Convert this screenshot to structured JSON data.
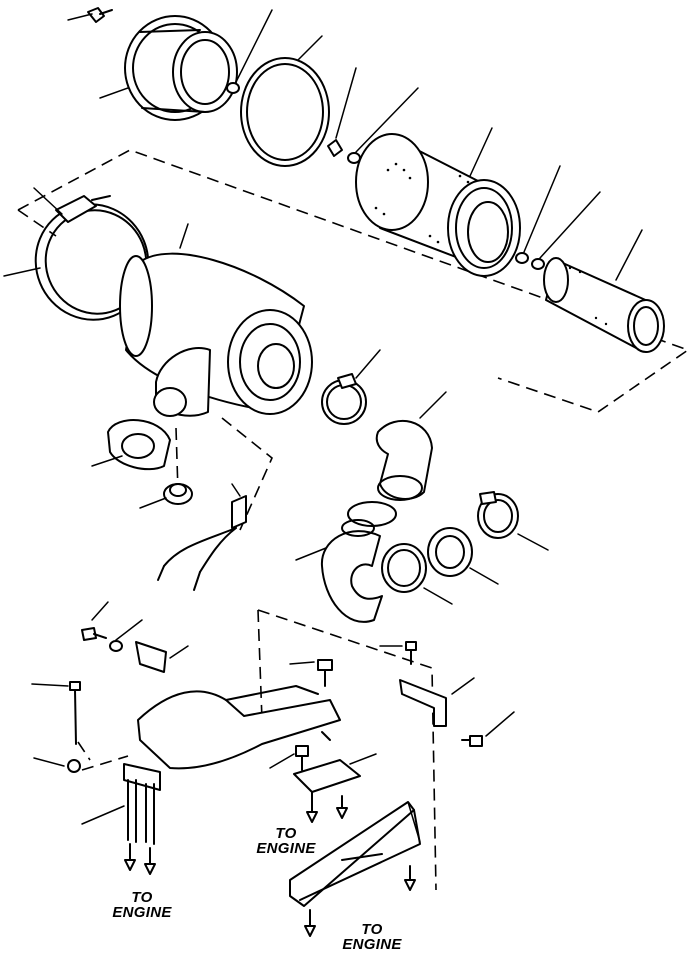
{
  "callouts": [
    {
      "to": "TO",
      "engine": "ENGINE"
    },
    {
      "to": "TO",
      "engine": "ENGINE"
    },
    {
      "to": "TO",
      "engine": "ENGINE"
    }
  ]
}
